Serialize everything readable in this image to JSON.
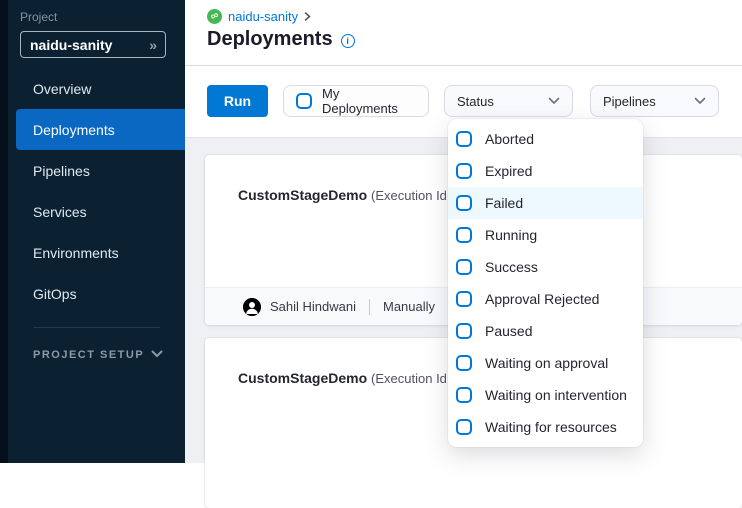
{
  "colors": {
    "accent_blue": "#0278d5",
    "nav_selected_blue": "#0a68c2",
    "sidebar_bg": "#0b2132",
    "module_green": "#45b854",
    "menu_highlight": "#eef9ff",
    "content_bg": "#eef0f3"
  },
  "icons": {
    "double_chevron": "»",
    "infinity": "∞",
    "info": "i",
    "breadcrumb_chevron": ">",
    "chevron_down": "⌄"
  },
  "sidebar": {
    "project_label": "Project",
    "project_name": "naidu-sanity",
    "items": [
      {
        "label": "Overview",
        "selected": false
      },
      {
        "label": "Deployments",
        "selected": true
      },
      {
        "label": "Pipelines",
        "selected": false
      },
      {
        "label": "Services",
        "selected": false
      },
      {
        "label": "Environments",
        "selected": false
      },
      {
        "label": "GitOps",
        "selected": false
      }
    ],
    "project_setup_label": "PROJECT SETUP"
  },
  "header": {
    "breadcrumb": "naidu-sanity",
    "title": "Deployments"
  },
  "toolbar": {
    "run_label": "Run",
    "my_deployments_label": "My Deployments",
    "my_deployments_checked": false,
    "status_label": "Status",
    "pipelines_label": "Pipelines"
  },
  "status_menu": {
    "items": [
      {
        "label": "Aborted",
        "checked": false,
        "highlighted": false
      },
      {
        "label": "Expired",
        "checked": false,
        "highlighted": false
      },
      {
        "label": "Failed",
        "checked": false,
        "highlighted": true
      },
      {
        "label": "Running",
        "checked": false,
        "highlighted": false
      },
      {
        "label": "Success",
        "checked": false,
        "highlighted": false
      },
      {
        "label": "Approval Rejected",
        "checked": false,
        "highlighted": false
      },
      {
        "label": "Paused",
        "checked": false,
        "highlighted": false
      },
      {
        "label": "Waiting on approval",
        "checked": false,
        "highlighted": false
      },
      {
        "label": "Waiting on intervention",
        "checked": false,
        "highlighted": false
      },
      {
        "label": "Waiting for resources",
        "checked": false,
        "highlighted": false
      }
    ]
  },
  "deployments": [
    {
      "pipeline": "CustomStageDemo",
      "execution_suffix": "(Execution Id",
      "triggered_by": "Sahil Hindwani",
      "trigger_type": "Manually"
    },
    {
      "pipeline": "CustomStageDemo",
      "execution_suffix": "(Execution Id"
    }
  ]
}
